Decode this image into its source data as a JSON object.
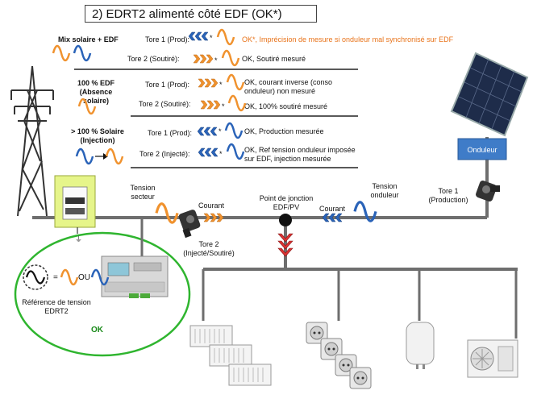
{
  "title": "2) EDRT2 alimenté côté EDF (OK*)",
  "cases": [
    {
      "label": "Mix solaire + EDF",
      "rows": [
        {
          "tore": "Tore 1 (Prod):",
          "text": "OK*, Imprécision de mesure si onduleur mal synchronisé sur EDF"
        },
        {
          "tore": "Tore 2 (Soutiré):",
          "text": "OK, Soutiré mesuré"
        }
      ]
    },
    {
      "label": "100 % EDF (Absence solaire)",
      "rows": [
        {
          "tore": "Tore 1 (Prod):",
          "text": "OK, courant inverse (conso onduleur) non mesuré"
        },
        {
          "tore": "Tore 2 (Soutiré):",
          "text": "OK, 100% soutiré mesuré"
        }
      ]
    },
    {
      "label": "> 100 % Solaire (Injection)",
      "rows": [
        {
          "tore": "Tore 1 (Prod):",
          "text": "OK, Production mesurée"
        },
        {
          "tore": "Tore 2 (Injecté):",
          "text": "OK, Ref tension onduleur imposée sur EDF, injection mesurée"
        }
      ]
    }
  ],
  "star": "*",
  "diagram": {
    "tension_secteur": "Tension secteur",
    "courant_left": "Courant",
    "courant_right": "Courant",
    "jonction": "Point de jonction EDF/PV",
    "tension_onduleur": "Tension onduleur",
    "tore1": "Tore 1 (Production)",
    "tore2": "Tore 2 (Injecté/Soutiré)",
    "onduleur": "Onduleur",
    "ref_label": "Référence de tension EDRT2",
    "equals": "=",
    "ou": "OU",
    "ok": "OK"
  },
  "colors": {
    "orange": "#f0922e",
    "blue": "#2a63b8",
    "green": "#2fb52f",
    "dark": "#555555"
  }
}
